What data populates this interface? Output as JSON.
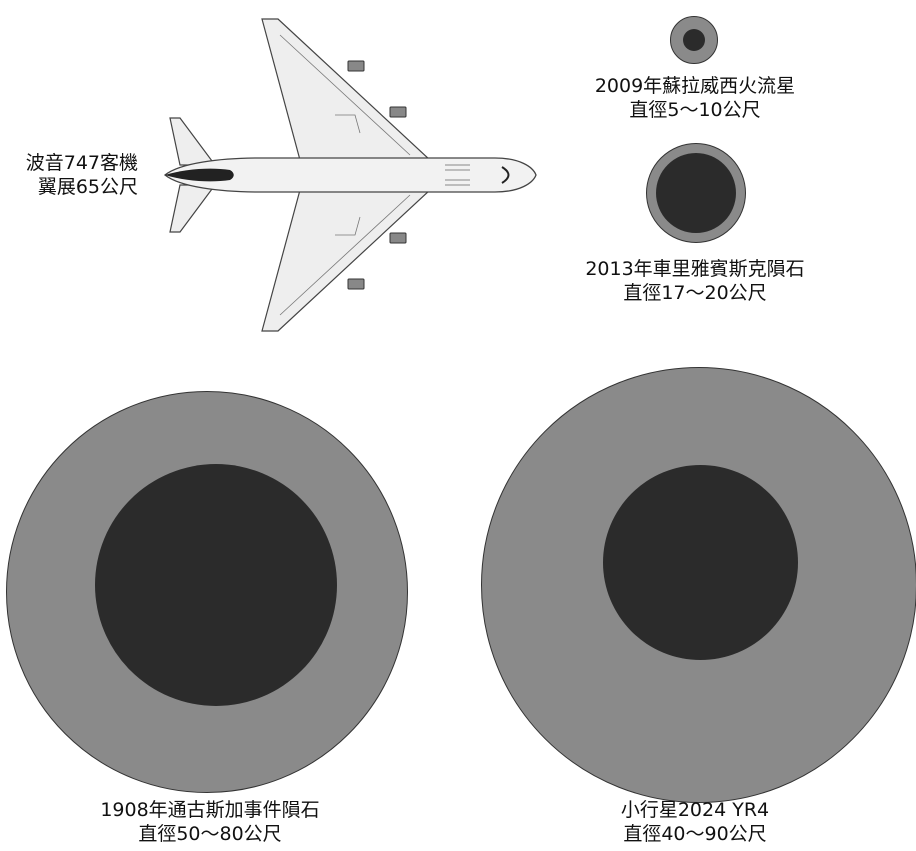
{
  "plane": {
    "icon": "boeing-747-airplane",
    "line1": "波音747客機",
    "line2": "翼展65公尺"
  },
  "objects": [
    {
      "name": "2009年蘇拉威西火流星",
      "size": "直徑5～10公尺"
    },
    {
      "name": "2013年車里雅賓斯克隕石",
      "size": "直徑17～20公尺"
    },
    {
      "name": "1908年通古斯加事件隕石",
      "size": "直徑50～80公尺"
    },
    {
      "name": "小行星2024 YR4",
      "size": "直徑40～90公尺"
    }
  ],
  "colors": {
    "outer": "#8a8a8a",
    "inner": "#2b2b2b",
    "outline": "#333333"
  }
}
